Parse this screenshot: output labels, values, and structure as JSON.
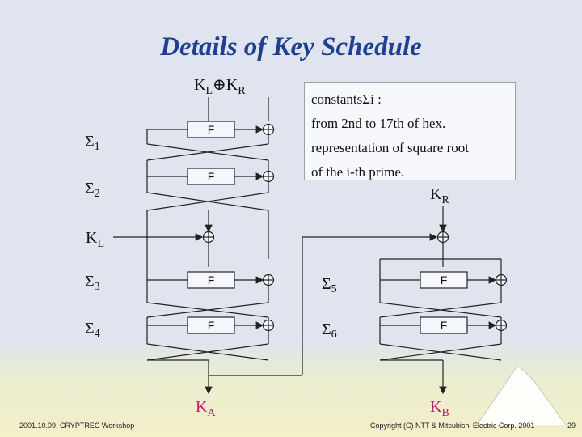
{
  "title": "Details of Key Schedule",
  "top_label": {
    "left": "K",
    "left_sub": "L",
    "op": "⊕",
    "right": "K",
    "right_sub": "R"
  },
  "note": {
    "lines": [
      "constantsΣi :",
      "from 2nd to 17th of hex.",
      "representation of square root",
      "of the i-th prime."
    ]
  },
  "kr_label": {
    "main": "K",
    "sub": "R"
  },
  "kl_label": {
    "main": "K",
    "sub": "L"
  },
  "sigmas": {
    "s1": {
      "main": "Σ",
      "sub": "1"
    },
    "s2": {
      "main": "Σ",
      "sub": "2"
    },
    "s3": {
      "main": "Σ",
      "sub": "3"
    },
    "s4": {
      "main": "Σ",
      "sub": "4"
    },
    "s5": {
      "main": "Σ",
      "sub": "5"
    },
    "s6": {
      "main": "Σ",
      "sub": "6"
    }
  },
  "f_label": "F",
  "ka_label": {
    "main": "K",
    "sub": "A"
  },
  "kb_label": {
    "main": "K",
    "sub": "B"
  },
  "footer": {
    "left": "2001.10.09. CRYPTREC Workshop",
    "center": "Copyright (C) NTT & Mitsubishi Electric Corp. 2001",
    "page": "29"
  },
  "colors": {
    "title": "#1f3f93",
    "output_label": "#c0186a",
    "line": "#222222"
  }
}
